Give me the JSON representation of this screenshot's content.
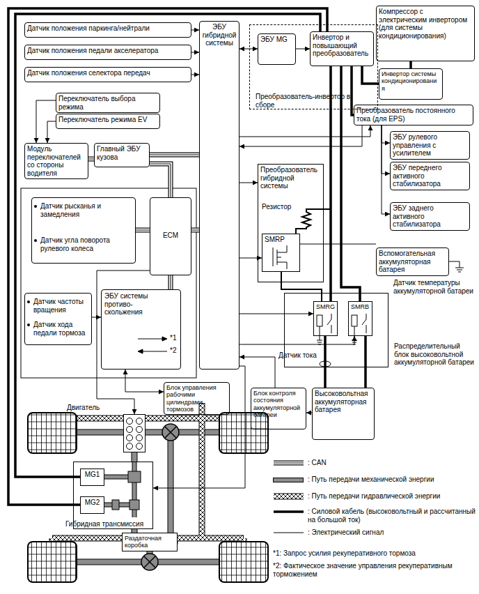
{
  "diagram": {
    "nodes": [
      {
        "text": [
          "Датчик положения паркинга/нейтрали"
        ]
      },
      {
        "text": [
          "Датчик положения педали акселератора"
        ]
      },
      {
        "text": [
          "Датчик положения селектора передач"
        ]
      },
      {
        "text": [
          "ЭБУ гибридной системы"
        ]
      },
      {
        "text": [
          "Преобразователь-инвертор в сборе"
        ]
      },
      {
        "text": [
          "ЭБУ MG"
        ],
        "in": 4
      },
      {
        "text": [
          "Инвертор и повышающий преобразователь"
        ],
        "in": 4
      },
      {
        "text": [
          "Компрессор с электрическим инвертором (для системы кондиционирования)"
        ]
      },
      {
        "text": [
          "Инвертор системы кондиционирования"
        ]
      },
      {
        "text": [
          "Преобразователь постоянного тока (для EPS)"
        ]
      },
      {
        "text": [
          "ЭБУ рулевого управления с усилителем"
        ]
      },
      {
        "text": [
          "ЭБУ переднего активного стабилизатора"
        ]
      },
      {
        "text": [
          "ЭБУ заднего активного стабилизатора"
        ]
      },
      {
        "text": [
          "Переключатель выбора режима"
        ]
      },
      {
        "text": [
          "Переключатель режима EV"
        ]
      },
      {
        "text": [
          "Модуль переключателей со стороны водителя"
        ]
      },
      {
        "text": [
          "Главный ЭБУ кузова"
        ]
      },
      {
        "text": [
          "Датчик рысканья и замедления",
          "Датчик угла поворота рулевого колеса"
        ]
      },
      {
        "text": [
          "ECM"
        ]
      },
      {
        "text": [
          "Датчик частоты вращения",
          "Датчик хода педали тормоза"
        ]
      },
      {
        "text": [
          "ЭБУ системы противо-скольжения"
        ]
      },
      {
        "text": [
          "Блок управления рабочими цилиндрами тормозов"
        ]
      },
      {
        "text": [
          "Преобразователь гибридной системы"
        ]
      },
      {
        "text": [
          "SMRP"
        ],
        "in": 22
      },
      {
        "text": [
          "Вспомогательная аккумуляторная батарея"
        ]
      },
      {
        "text": [
          "Распределительный блок высоковольтной аккумуляторной батареи"
        ]
      },
      {
        "text": [
          "SMRG"
        ],
        "in": 25
      },
      {
        "text": [
          "SMRB"
        ],
        "in": 25
      },
      {
        "text": [
          "Блок контроля состояния аккумуляторной батареи"
        ]
      },
      {
        "text": [
          "Высоковольтная аккумуляторная батарея"
        ]
      },
      {
        "text": [
          "Двигатель"
        ]
      },
      {
        "text": [
          "Гибридная трансмиссия"
        ]
      },
      {
        "text": [
          "MG1"
        ],
        "in": 31
      },
      {
        "text": [
          "MG2"
        ],
        "in": 31
      },
      {
        "text": [
          "Раздаточная коробка"
        ]
      }
    ],
    "edges": [
      {
        "from": 0,
        "to": 3,
        "arrow": "to"
      },
      {
        "from": 1,
        "to": 3,
        "arrow": "to"
      },
      {
        "from": 2,
        "to": 3,
        "arrow": "to"
      },
      {
        "from": 3,
        "to": 5,
        "arrow": "both"
      },
      {
        "from": 5,
        "to": 6,
        "arrow": "to"
      },
      {
        "from": 13,
        "to": 15,
        "arrow": "to"
      },
      {
        "from": 14,
        "to": 15,
        "arrow": "to"
      },
      {
        "from": 15,
        "to": 16,
        "arrow": "none"
      },
      {
        "from": 16,
        "to": 3,
        "arrow": "none"
      },
      {
        "from": 16,
        "to": 18,
        "arrow": "none"
      },
      {
        "from": 18,
        "to": 3,
        "arrow": "none"
      },
      {
        "from": 17,
        "to": 18,
        "arrow": "none"
      },
      {
        "from": 20,
        "to": 18,
        "arrow": "none"
      },
      {
        "from": 19,
        "to": 20,
        "arrow": "to"
      },
      {
        "from": 20,
        "to": 21,
        "arrow": "both"
      },
      {
        "from": 18,
        "to": 30,
        "arrow": "to"
      },
      {
        "from": 3,
        "to": 22,
        "arrow": "to"
      },
      {
        "from": 9,
        "to": 3,
        "arrow": "to"
      },
      {
        "from": 3,
        "to": 9,
        "arrow": "to"
      },
      {
        "from": 9,
        "to": 10,
        "arrow": "to"
      },
      {
        "from": 9,
        "to": 11,
        "arrow": "to"
      },
      {
        "from": 9,
        "to": 12,
        "arrow": "to"
      },
      {
        "from": 6,
        "to": 8,
        "arrow": "none"
      },
      {
        "from": 8,
        "to": 7,
        "arrow": "none"
      },
      {
        "from": 6,
        "to": 9,
        "arrow": "none"
      },
      {
        "from": 6,
        "to": 26,
        "arrow": "none"
      },
      {
        "from": 6,
        "to": 27,
        "arrow": "none"
      },
      {
        "from": 23,
        "to": 26,
        "arrow": "none"
      },
      {
        "from": 26,
        "to": 29,
        "arrow": "none"
      },
      {
        "from": 27,
        "to": 29,
        "arrow": "none"
      },
      {
        "from": 3,
        "to": 23,
        "arrow": "to"
      },
      {
        "from": 3,
        "to": 26,
        "arrow": "to"
      },
      {
        "from": 3,
        "to": 27,
        "arrow": "to"
      },
      {
        "from": 23,
        "to": 24,
        "arrow": "none"
      },
      {
        "from": 29,
        "to": 28,
        "arrow": "to"
      },
      {
        "from": 28,
        "to": 3,
        "arrow": "to"
      },
      {
        "from": 3,
        "to": 31,
        "arrow": "to"
      },
      {
        "from": 30,
        "to": 31,
        "arrow": "none"
      },
      {
        "from": 31,
        "to": 34,
        "arrow": "none"
      },
      {
        "from": 6,
        "to": 32,
        "arrow": "none"
      },
      {
        "from": 6,
        "to": 33,
        "arrow": "none"
      }
    ],
    "labels": [
      "Резистор",
      "Датчик тока",
      "Датчик температуры аккумуляторной батареи",
      "*1",
      "*2",
      "*1: Запрос усилия рекуперативного тормоза",
      "*2: Фактическое значение управления рекуперативным торможением"
    ],
    "legend": [
      {
        "text": ": CAN"
      },
      {
        "text": ": Путь передачи механической энергии",
        "color": "#8c8c8c"
      },
      {
        "text": ": Путь передачи гидравлической энергии"
      },
      {
        "text": ": Силовой кабель (высоковольтный и рассчитанный на большой ток)"
      },
      {
        "text": ": Электрический сигнал"
      }
    ]
  }
}
